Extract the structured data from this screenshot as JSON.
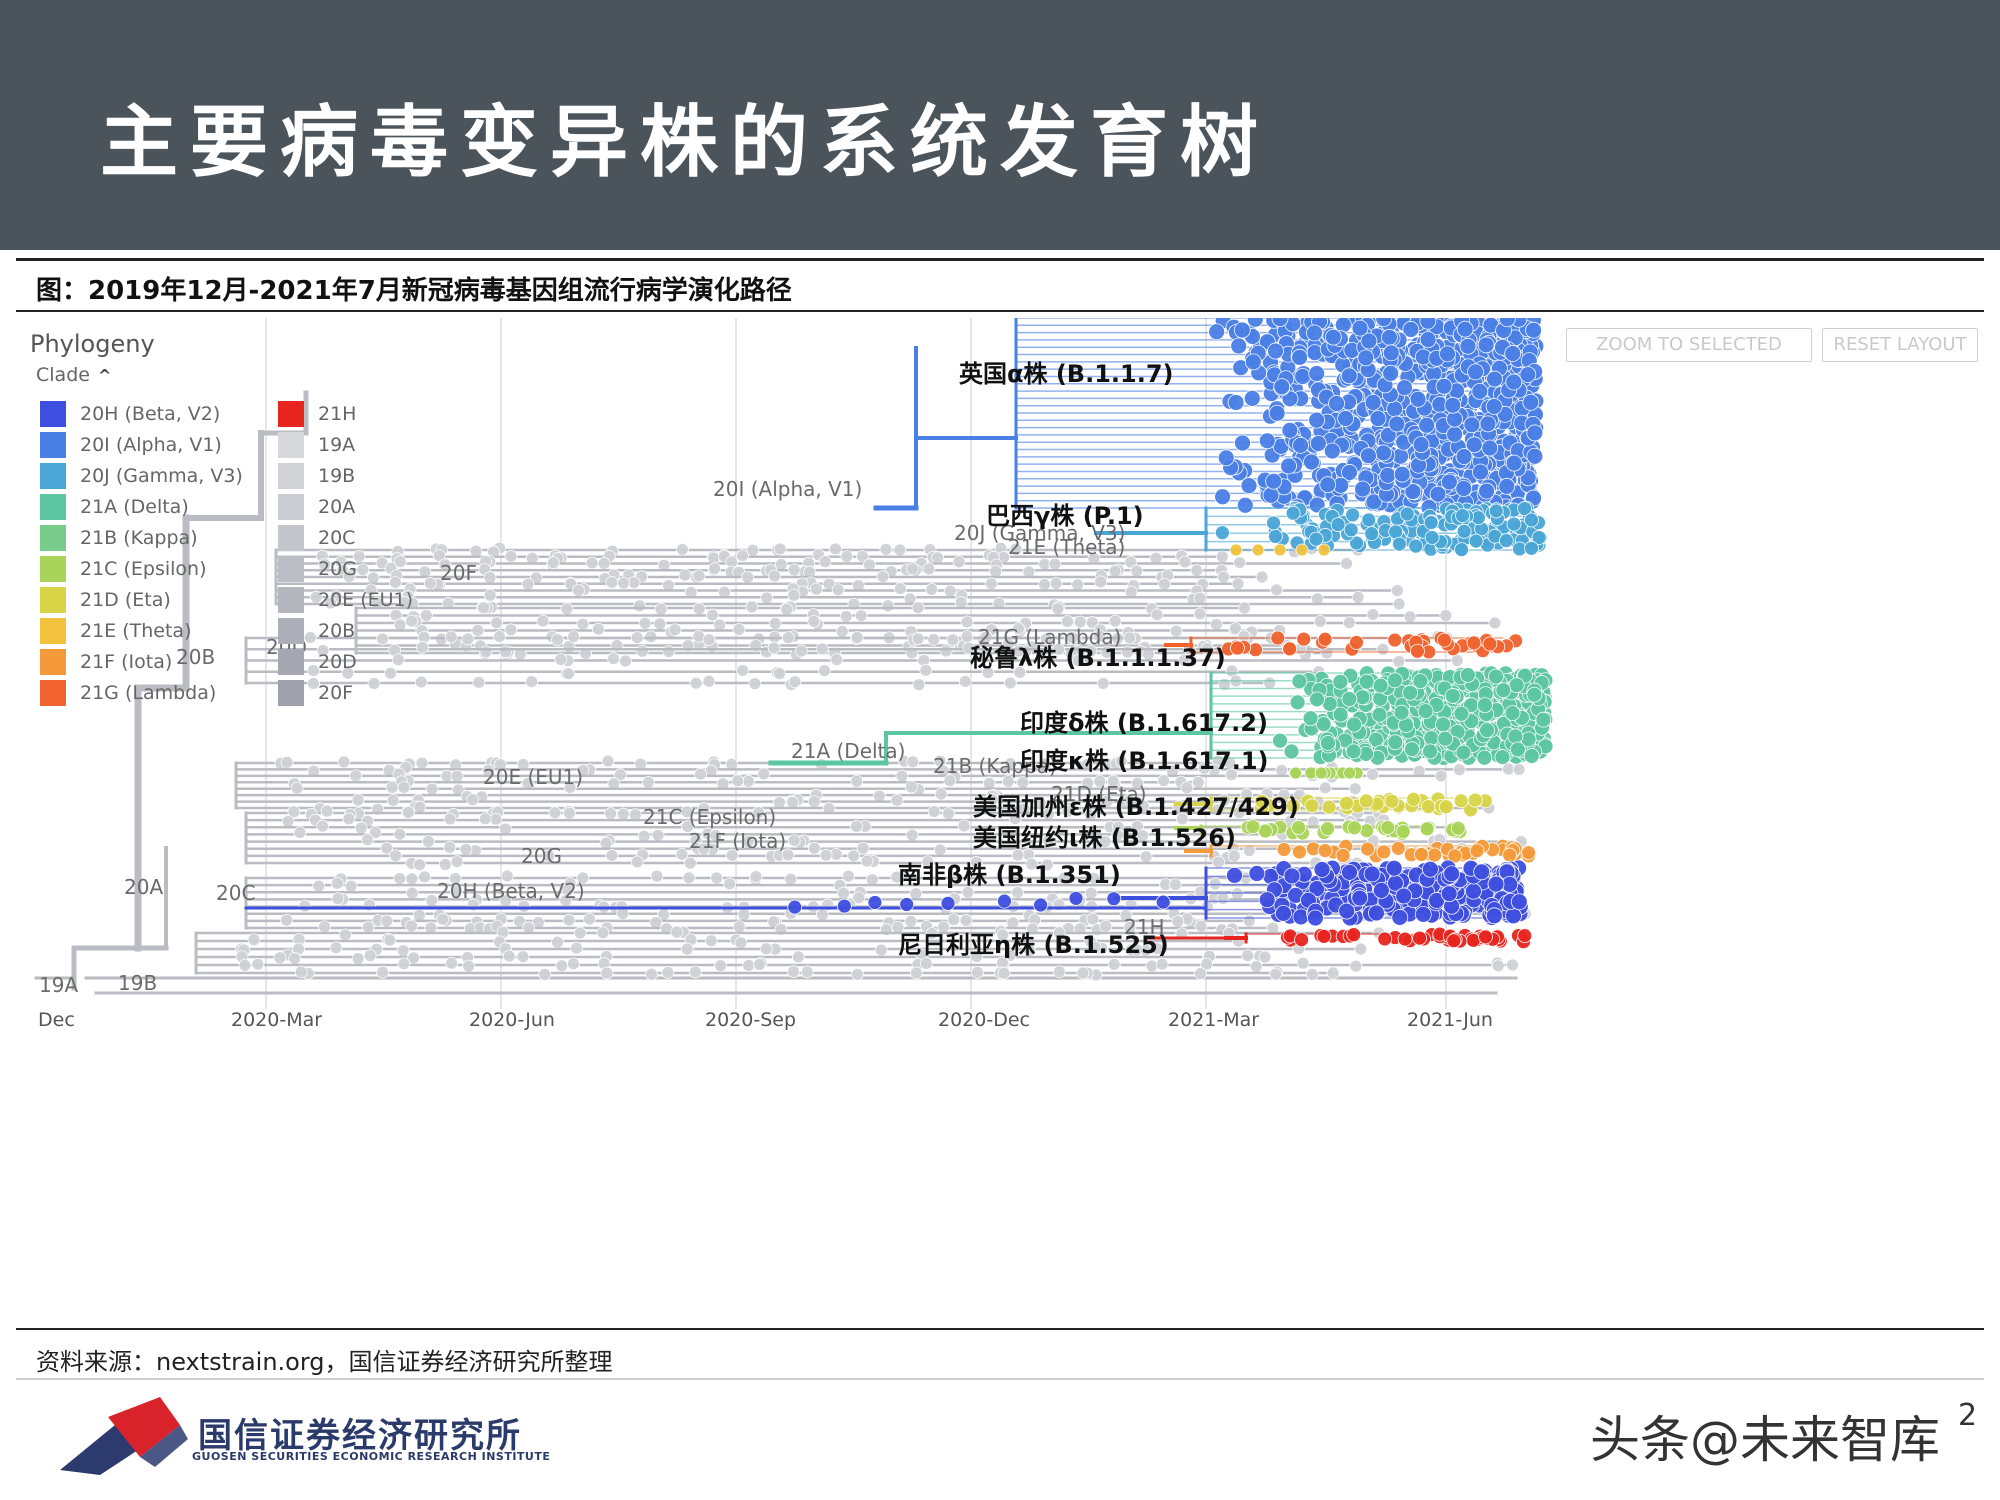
{
  "header": {
    "title": "主要病毒变异株的系统发育树"
  },
  "figure": {
    "caption": "图：2019年12月-2021年7月新冠病毒基因组流行病学演化路径",
    "panel_title": "Phylogeny",
    "clade_toggle_label": "Clade",
    "buttons": {
      "zoom": "ZOOM TO SELECTED",
      "reset": "RESET LAYOUT"
    }
  },
  "legend": {
    "col1": [
      {
        "label": "20H (Beta, V2)",
        "color": "#3e4fe0"
      },
      {
        "label": "20I (Alpha, V1)",
        "color": "#4a7fe6"
      },
      {
        "label": "20J (Gamma, V3)",
        "color": "#4aa6d6"
      },
      {
        "label": "21A (Delta)",
        "color": "#5cc6a2"
      },
      {
        "label": "21B (Kappa)",
        "color": "#7acc8a"
      },
      {
        "label": "21C (Epsilon)",
        "color": "#a9d45a"
      },
      {
        "label": "21D (Eta)",
        "color": "#d8d448"
      },
      {
        "label": "21E (Theta)",
        "color": "#f2c23e"
      },
      {
        "label": "21F (Iota)",
        "color": "#f59a3a"
      },
      {
        "label": "21G (Lambda)",
        "color": "#f0622e"
      }
    ],
    "col2": [
      {
        "label": "21H",
        "color": "#e8241e"
      },
      {
        "label": "19A",
        "color": "#d7d9dc"
      },
      {
        "label": "19B",
        "color": "#d0d2d6"
      },
      {
        "label": "20A",
        "color": "#c9ccd0"
      },
      {
        "label": "20C",
        "color": "#c2c5ca"
      },
      {
        "label": "20G",
        "color": "#bbbec4"
      },
      {
        "label": "20E (EU1)",
        "color": "#b3b6bd"
      },
      {
        "label": "20B",
        "color": "#acafb7"
      },
      {
        "label": "20D",
        "color": "#a5a8b1"
      },
      {
        "label": "20F",
        "color": "#9ea1ab"
      }
    ]
  },
  "tree": {
    "axis_ticks": [
      "Dec",
      "2020-Mar",
      "2020-Jun",
      "2020-Sep",
      "2020-Dec",
      "2021-Mar",
      "2021-Jun"
    ],
    "clade_labels": [
      "20I (Alpha, V1)",
      "20J (Gamma, V3)",
      "21E (Theta)",
      "20F",
      "21G (Lambda)",
      "20B",
      "20D",
      "21A (Delta)",
      "21B (Kappa)",
      "20E (EU1)",
      "21D (Eta)",
      "21C (Epsilon)",
      "21F (Iota)",
      "20G",
      "20A",
      "20C",
      "20H (Beta, V2)",
      "21H",
      "19A",
      "19B"
    ],
    "annotations": [
      "英国α株 (B.1.1.7)",
      "巴西γ株 (P.1)",
      "秘鲁λ株 (B.1.1.1.37)",
      "印度δ株 (B.1.617.2)",
      "印度κ株 (B.1.617.1)",
      "美国加州ε株 (B.1.427/429)",
      "美国纽约ι株 (B.1.526)",
      "南非β株 (B.1.351)",
      "尼日利亚η株 (B.1.525)"
    ],
    "colors": {
      "branch_gray": "#b9bcc2",
      "alpha": "#4a7fe6",
      "gamma": "#4aa6d6",
      "delta": "#5cc6a2",
      "beta": "#3e4fe0",
      "lambda": "#f0622e",
      "eta": "#e8241e",
      "epsilon": "#d8d448",
      "iota": "#f59a3a",
      "kappa": "#a9d45a",
      "node_gray": "#cfd1d6"
    }
  },
  "source": "资料来源：nextstrain.org，国信证券经济研究所整理",
  "footer": {
    "org_cn": "国信证券经济研究所",
    "org_en": "GUOSEN SECURITIES ECONOMIC RESEARCH INSTITUTE",
    "watermark": "头条@未来智库",
    "page_number": "2"
  }
}
